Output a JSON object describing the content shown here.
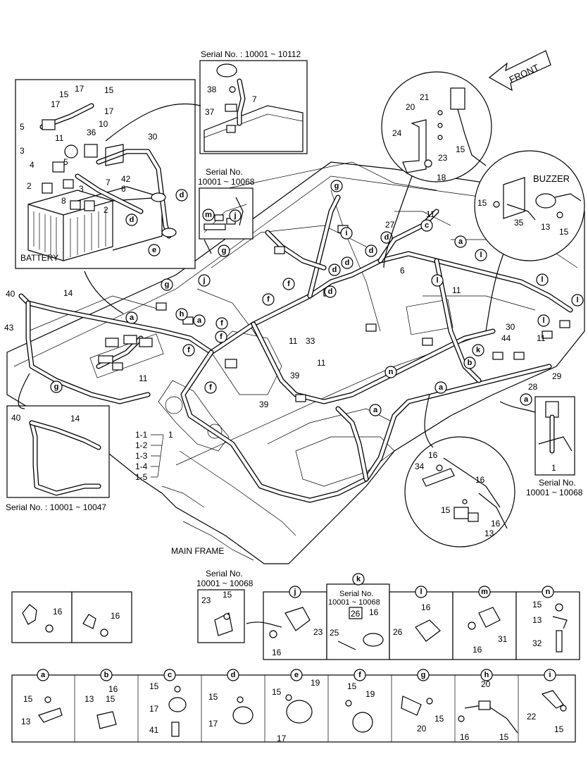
{
  "labels": {
    "front": "FRONT",
    "battery": "BATTERY",
    "buzzer": "BUZZER",
    "main_frame": "MAIN FRAME",
    "serial_top": "Serial No. : 10001 ~ 10112",
    "serial_left_1": "Serial No.",
    "serial_left_2": "10001 ~ 10068",
    "serial_bottom_left": "Serial No. : 10001 ~ 10047",
    "serial_right_1": "Serial No.",
    "serial_right_2": "10001 ~ 10068",
    "serial_detail_1": "Serial No.",
    "serial_detail_2": "10001 ~ 10068",
    "serial_k_1": "Serial No.",
    "serial_k_2": "10001 ~ 10068"
  },
  "part_list": [
    "1-1",
    "1-2",
    "1-3",
    "1-4",
    "1-5"
  ],
  "part_list_parent": "1",
  "battery_nums": [
    "15",
    "17",
    "17",
    "15",
    "17",
    "5",
    "10",
    "11",
    "36",
    "3",
    "5",
    "4",
    "42",
    "2",
    "7",
    "3",
    "6",
    "8",
    "2",
    "30"
  ],
  "serial_top_nums": [
    "38",
    "7",
    "37"
  ],
  "circle_tr_nums": [
    "21",
    "20",
    "24",
    "23",
    "15",
    "18"
  ],
  "buzzer_nums": [
    "15",
    "35",
    "13",
    "15"
  ],
  "left_nums": [
    "40",
    "14",
    "43"
  ],
  "left_inset_nums": [
    "40",
    "14"
  ],
  "center_nums": [
    "27",
    "11",
    "6",
    "11",
    "11",
    "33",
    "11",
    "39",
    "39",
    "30",
    "44",
    "11",
    "29",
    "28",
    "11"
  ],
  "circle_br_nums": [
    "16",
    "34",
    "16",
    "15",
    "16",
    "13"
  ],
  "right_inset_num": "1",
  "detail_row1": {
    "p1": [
      "16"
    ],
    "p2": [
      "16"
    ],
    "serial": [
      "23",
      "15"
    ],
    "j": {
      "letter": "j",
      "nums": [
        "23",
        "16"
      ]
    },
    "k": {
      "letter": "k",
      "nums": [
        "26",
        "16",
        "25"
      ]
    },
    "l": {
      "letter": "l",
      "nums": [
        "16",
        "26"
      ]
    },
    "m": {
      "letter": "m",
      "nums": [
        "31",
        "16"
      ]
    },
    "n": {
      "letter": "n",
      "nums": [
        "15",
        "13",
        "32"
      ]
    }
  },
  "detail_row2": {
    "a": {
      "letter": "a",
      "nums": [
        "15",
        "13"
      ]
    },
    "b": {
      "letter": "b",
      "nums": [
        "16",
        "13",
        "15"
      ]
    },
    "c": {
      "letter": "c",
      "nums": [
        "15",
        "17",
        "41"
      ]
    },
    "d": {
      "letter": "d",
      "nums": [
        "15",
        "17"
      ]
    },
    "e": {
      "letter": "e",
      "nums": [
        "19",
        "15",
        "17"
      ]
    },
    "f": {
      "letter": "f",
      "nums": [
        "15",
        "19"
      ]
    },
    "g": {
      "letter": "g",
      "nums": [
        "15",
        "20"
      ]
    },
    "h": {
      "letter": "h",
      "nums": [
        "20",
        "16",
        "15"
      ]
    },
    "i": {
      "letter": "i",
      "nums": [
        "22",
        "15"
      ]
    }
  },
  "callout_letters": [
    "d",
    "d",
    "e",
    "g",
    "i",
    "c",
    "a",
    "l",
    "l",
    "l",
    "l",
    "k",
    "b",
    "a",
    "a",
    "n",
    "a",
    "h",
    "a",
    "f",
    "f",
    "f",
    "f",
    "f",
    "f",
    "g",
    "j",
    "g",
    "d",
    "d",
    "d",
    "d",
    "d",
    "m",
    "j"
  ]
}
